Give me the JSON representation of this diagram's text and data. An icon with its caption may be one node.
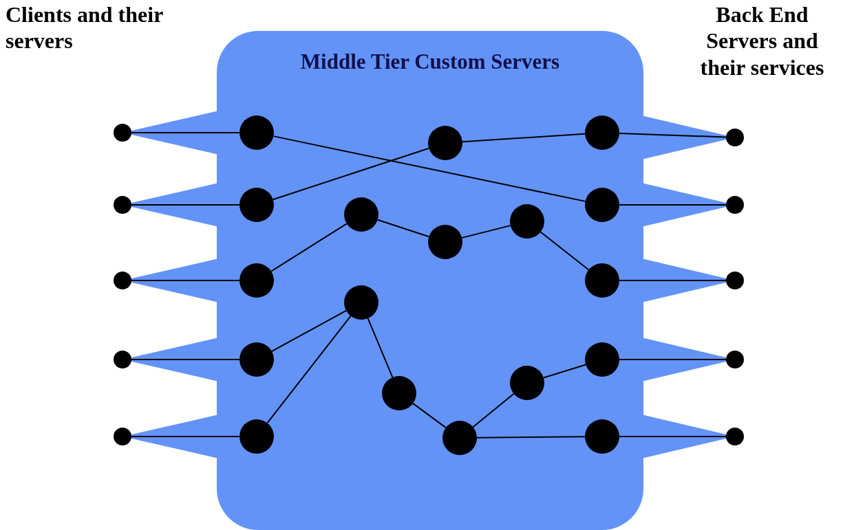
{
  "diagram": {
    "nodes": [
      {
        "text": [
          "Middle Tier Custom Servers"
        ]
      },
      {
        "text": [],
        "shape": "circle"
      },
      {
        "text": [],
        "shape": "circle"
      },
      {
        "text": [],
        "shape": "circle"
      },
      {
        "text": [],
        "shape": "circle"
      },
      {
        "text": [],
        "shape": "circle"
      },
      {
        "text": [],
        "shape": "circle",
        "in": 0
      },
      {
        "text": [],
        "shape": "circle",
        "in": 0
      },
      {
        "text": [],
        "shape": "circle",
        "in": 0
      },
      {
        "text": [],
        "shape": "circle",
        "in": 0
      },
      {
        "text": [],
        "shape": "circle",
        "in": 0
      },
      {
        "text": [],
        "shape": "circle",
        "in": 0
      },
      {
        "text": [],
        "shape": "circle",
        "in": 0
      },
      {
        "text": [],
        "shape": "circle",
        "in": 0
      },
      {
        "text": [],
        "shape": "circle",
        "in": 0
      },
      {
        "text": [],
        "shape": "circle",
        "in": 0
      },
      {
        "text": [],
        "shape": "circle"
      },
      {
        "text": [],
        "shape": "circle"
      },
      {
        "text": [],
        "shape": "circle"
      },
      {
        "text": [],
        "shape": "circle"
      },
      {
        "text": [],
        "shape": "circle"
      },
      {
        "text": [],
        "shape": "circle",
        "in": 0
      },
      {
        "text": [],
        "shape": "circle",
        "in": 0
      },
      {
        "text": [],
        "shape": "circle",
        "in": 0
      },
      {
        "text": [],
        "shape": "circle",
        "in": 0
      },
      {
        "text": [],
        "shape": "circle",
        "in": 0
      },
      {
        "text": [],
        "shape": "circle",
        "in": 0
      },
      {
        "text": [],
        "shape": "circle",
        "in": 0
      },
      {
        "text": [],
        "shape": "circle",
        "in": 0
      }
    ],
    "edges": [
      {
        "from": 1,
        "to": 6,
        "arrow": "none"
      },
      {
        "from": 2,
        "to": 7,
        "arrow": "none"
      },
      {
        "from": 3,
        "to": 8,
        "arrow": "none"
      },
      {
        "from": 4,
        "to": 9,
        "arrow": "none"
      },
      {
        "from": 5,
        "to": 10,
        "arrow": "none"
      },
      {
        "from": 6,
        "to": 12,
        "arrow": "none"
      },
      {
        "from": 7,
        "to": 21,
        "arrow": "none"
      },
      {
        "from": 21,
        "to": 11,
        "arrow": "none"
      },
      {
        "from": 8,
        "to": 22,
        "arrow": "none"
      },
      {
        "from": 22,
        "to": 23,
        "arrow": "none"
      },
      {
        "from": 23,
        "to": 24,
        "arrow": "none"
      },
      {
        "from": 24,
        "to": 13,
        "arrow": "none"
      },
      {
        "from": 9,
        "to": 25,
        "arrow": "none"
      },
      {
        "from": 10,
        "to": 25,
        "arrow": "none"
      },
      {
        "from": 25,
        "to": 26,
        "arrow": "none"
      },
      {
        "from": 26,
        "to": 27,
        "arrow": "none"
      },
      {
        "from": 27,
        "to": 28,
        "arrow": "none"
      },
      {
        "from": 28,
        "to": 14,
        "arrow": "none"
      },
      {
        "from": 27,
        "to": 15,
        "arrow": "none"
      },
      {
        "from": 11,
        "to": 16,
        "arrow": "none"
      },
      {
        "from": 12,
        "to": 17,
        "arrow": "none"
      },
      {
        "from": 13,
        "to": 18,
        "arrow": "none"
      },
      {
        "from": 14,
        "to": 19,
        "arrow": "none"
      },
      {
        "from": 15,
        "to": 20,
        "arrow": "none"
      }
    ],
    "labels": [
      "Clients and their servers",
      "Back End Servers and their services"
    ]
  }
}
